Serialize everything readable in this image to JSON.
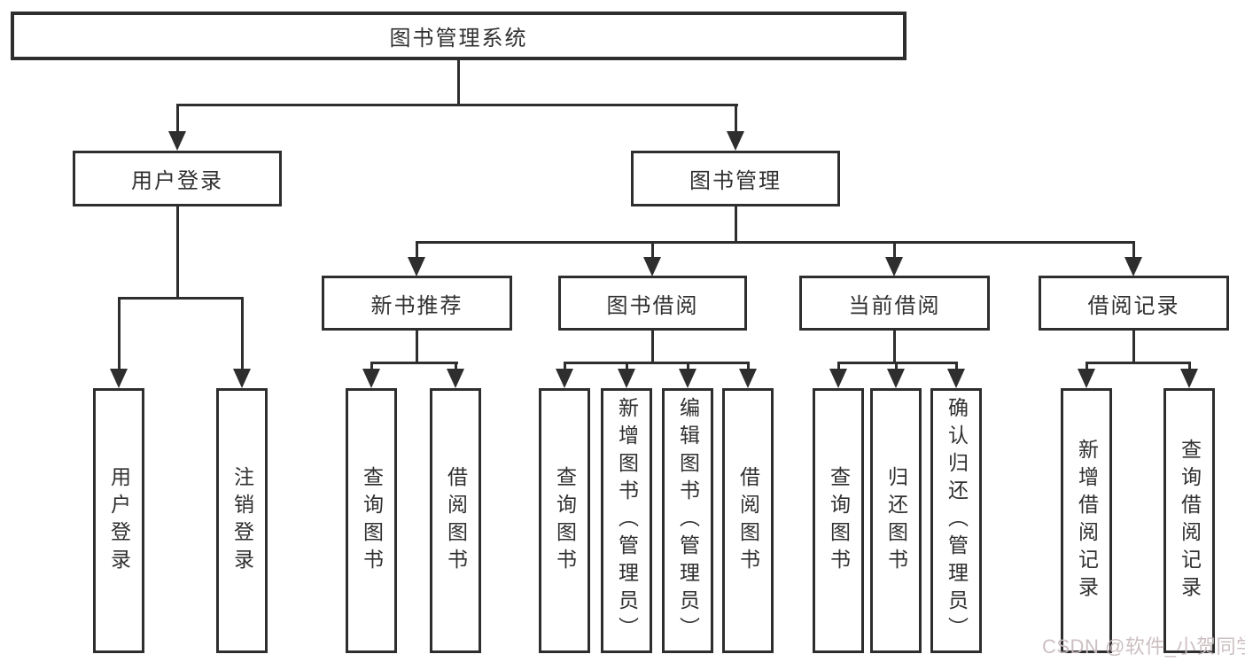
{
  "colors": {
    "line": "#2e2e2e",
    "box_border": "#2e2e2e",
    "text": "#303030",
    "background": "#ffffff",
    "watermark": "#c9bcbe"
  },
  "watermark": {
    "text": "CSDN @软件_小贺同学"
  },
  "tree": {
    "label": "图书管理系统",
    "children": [
      {
        "label": "用户登录",
        "children": [
          {
            "label": "用户登录"
          },
          {
            "label": "注销登录"
          }
        ]
      },
      {
        "label": "图书管理",
        "children": [
          {
            "label": "新书推荐",
            "children": [
              {
                "label": "查询图书"
              },
              {
                "label": "借阅图书"
              }
            ]
          },
          {
            "label": "图书借阅",
            "children": [
              {
                "label": "查询图书"
              },
              {
                "label": "新增图书（管理员）"
              },
              {
                "label": "编辑图书（管理员）"
              },
              {
                "label": "借阅图书"
              }
            ]
          },
          {
            "label": "当前借阅",
            "children": [
              {
                "label": "查询图书"
              },
              {
                "label": "归还图书"
              },
              {
                "label": "确认归还（管理员）"
              }
            ]
          },
          {
            "label": "借阅记录",
            "children": [
              {
                "label": "新增借阅记录"
              },
              {
                "label": "查询借阅记录"
              }
            ]
          }
        ]
      }
    ]
  }
}
